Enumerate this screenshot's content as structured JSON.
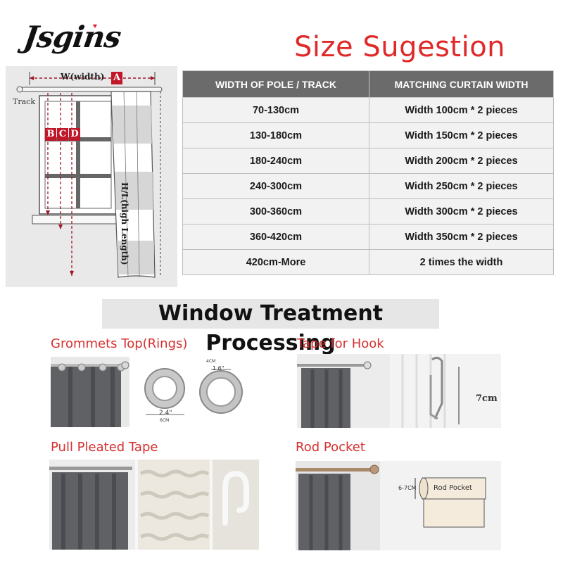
{
  "brand": {
    "logo_text": "Jsgins",
    "heart": "♥"
  },
  "size_title": "Size Sugestion",
  "diagram": {
    "width_label": "W(width)",
    "box_a": "A",
    "track_label": "Track",
    "box_b": "B",
    "box_c": "C",
    "box_d": "D",
    "height_label": "H/L(high Length)"
  },
  "table": {
    "headers": [
      "WIDTH OF POLE / TRACK",
      "MATCHING CURTAIN WIDTH"
    ],
    "rows": [
      [
        "70-130cm",
        "Width 100cm * 2 pieces"
      ],
      [
        "130-180cm",
        "Width 150cm * 2 pieces"
      ],
      [
        "180-240cm",
        "Width 200cm * 2 pieces"
      ],
      [
        "240-300cm",
        "Width 250cm * 2 pieces"
      ],
      [
        "300-360cm",
        "Width 300cm * 2 pieces"
      ],
      [
        "360-420cm",
        "Width 350cm * 2 pieces"
      ],
      [
        "420cm-More",
        "2 times the width"
      ]
    ]
  },
  "treatment_title": "Window Treatment Processing",
  "sections": {
    "grommets": {
      "label": "Grommets Top(Rings)",
      "dim_small_cm": "4CM",
      "dim_small_in": "1.6\"",
      "dim_large_in": "2.4\"",
      "dim_large_cm": "6CM"
    },
    "tape_hook": {
      "label": "Tape for Hook",
      "dim": "7cm"
    },
    "pull_pleated": {
      "label": "Pull Pleated Tape"
    },
    "rod_pocket": {
      "label": "Rod Pocket",
      "dim": "6-7CM",
      "pocket_label": "Rod Pocket"
    }
  },
  "colors": {
    "accent_red": "#e02a2a",
    "header_gray": "#6b6b6b",
    "cell_gray": "#f2f2f2",
    "curtain_gray": "#5f6165",
    "diagram_red": "#c0182a"
  }
}
